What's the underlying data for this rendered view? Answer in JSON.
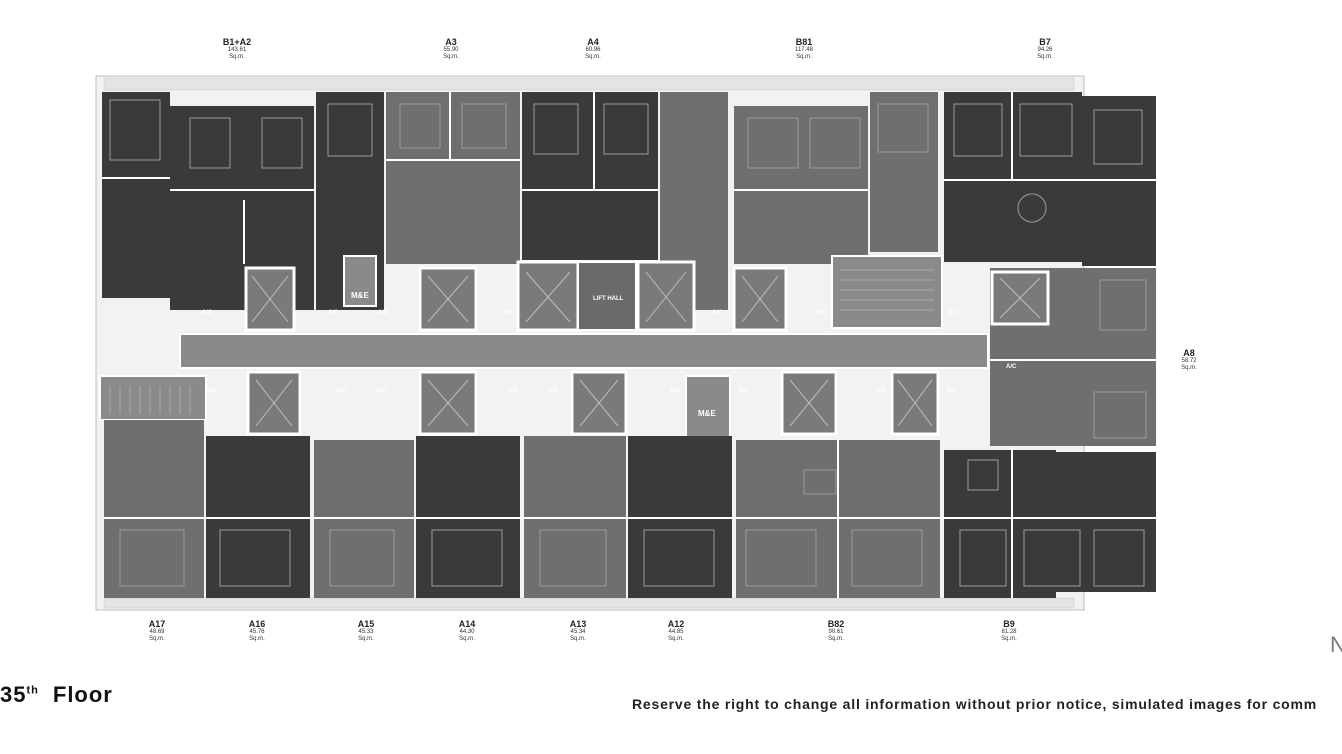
{
  "units_top": [
    {
      "code": "B1+A2",
      "area": "143.61",
      "unit": "Sq.m."
    },
    {
      "code": "A3",
      "area": "55.90",
      "unit": "Sq.m."
    },
    {
      "code": "A4",
      "area": "60.96",
      "unit": "Sq.m."
    },
    {
      "code": "B81",
      "area": "117.48",
      "unit": "Sq.m."
    },
    {
      "code": "B7",
      "area": "94.26",
      "unit": "Sq.m."
    }
  ],
  "unit_right": {
    "code": "A8",
    "area": "58.72",
    "unit": "Sq.m."
  },
  "units_bottom": [
    {
      "code": "A17",
      "area": "48.69",
      "unit": "Sq.m."
    },
    {
      "code": "A16",
      "area": "45.76",
      "unit": "Sq.m."
    },
    {
      "code": "A15",
      "area": "45.33",
      "unit": "Sq.m."
    },
    {
      "code": "A14",
      "area": "44.30",
      "unit": "Sq.m."
    },
    {
      "code": "A13",
      "area": "45.34",
      "unit": "Sq.m."
    },
    {
      "code": "A12",
      "area": "44.85",
      "unit": "Sq.m."
    },
    {
      "code": "B82",
      "area": "90.61",
      "unit": "Sq.m."
    },
    {
      "code": "B9",
      "area": "81.28",
      "unit": "Sq.m."
    }
  ],
  "plan_labels": {
    "me": "M&E",
    "lift_hall": "LIFT HALL",
    "ac": "A/C"
  },
  "floor": {
    "number": "35",
    "suffix": "th",
    "word": "Floor"
  },
  "disclaimer": "Reserve the right to change all information without prior notice, simulated images for comm",
  "north_mark": "N",
  "colors": {
    "dark_unit": "#3a3a3a",
    "mid_unit": "#5a5a5a",
    "light_unit": "#6f6f6f",
    "corridor": "#8a8a8a",
    "wall": "#ffffff"
  }
}
